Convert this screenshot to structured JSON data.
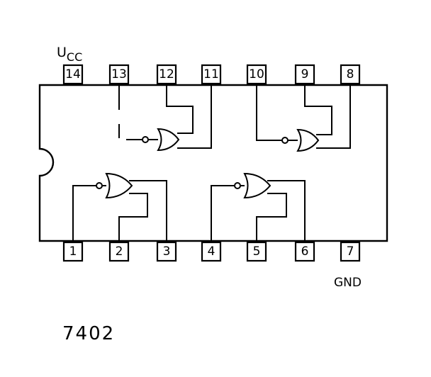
{
  "part_number": "7402",
  "supply_label": {
    "main": "U",
    "subscript": "CC"
  },
  "ground_label": "GND",
  "top_pins": [
    "14",
    "13",
    "12",
    "11",
    "10",
    "9",
    "8"
  ],
  "bottom_pins": [
    "1",
    "2",
    "3",
    "4",
    "5",
    "6",
    "7"
  ]
}
